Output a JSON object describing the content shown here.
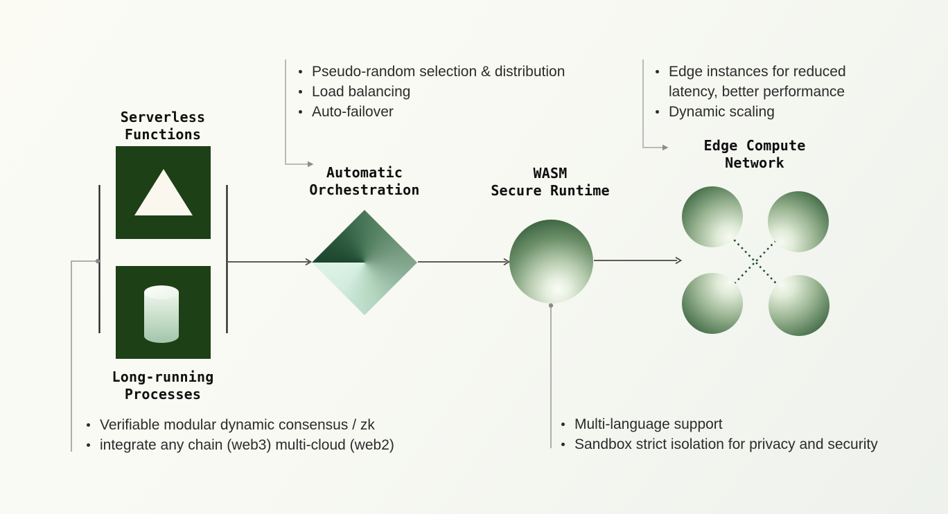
{
  "palette": {
    "background_top": "#fbfbf4",
    "background_bottom": "#eef1ec",
    "dark_green_square": "#1d4016",
    "diamond_dark": "#1c452e",
    "diamond_light": "#def3e8",
    "runtime_dark": "#2b4f30",
    "runtime_light": "#f9fcf5",
    "dotted_arrow_green": "#1e4b2d",
    "flow_line": "#454545",
    "bracket_line": "#1a1a1a",
    "connector_gray": "#aeaeae",
    "text_title": "#0f0f0f",
    "text_body": "#2b2b2b"
  },
  "nodes": {
    "serverless": {
      "label": "Serverless\nFunctions",
      "icon": "triangle-icon"
    },
    "long_running": {
      "label": "Long-running\nProcesses",
      "icon": "cylinder-icon"
    },
    "orchestration": {
      "label": "Automatic\nOrchestration",
      "shape": "diamond"
    },
    "wasm": {
      "label": "WASM\nSecure Runtime",
      "shape": "circle"
    },
    "edge": {
      "label": "Edge Compute\nNetwork",
      "shape": "four-circles-crossed-arrows"
    }
  },
  "notes": {
    "orchestration": {
      "items": [
        "Pseudo-random selection & distribution",
        "Load balancing",
        "Auto-failover"
      ]
    },
    "edge": {
      "items": [
        "Edge instances for reduced\nlatency, better performance",
        "Dynamic scaling"
      ]
    },
    "inputs": {
      "items": [
        "Verifiable modular dynamic consensus / zk",
        "integrate any chain (web3) multi-cloud (web2)"
      ]
    },
    "wasm": {
      "items": [
        "Multi-language support",
        "Sandbox strict isolation for privacy and security"
      ]
    }
  }
}
